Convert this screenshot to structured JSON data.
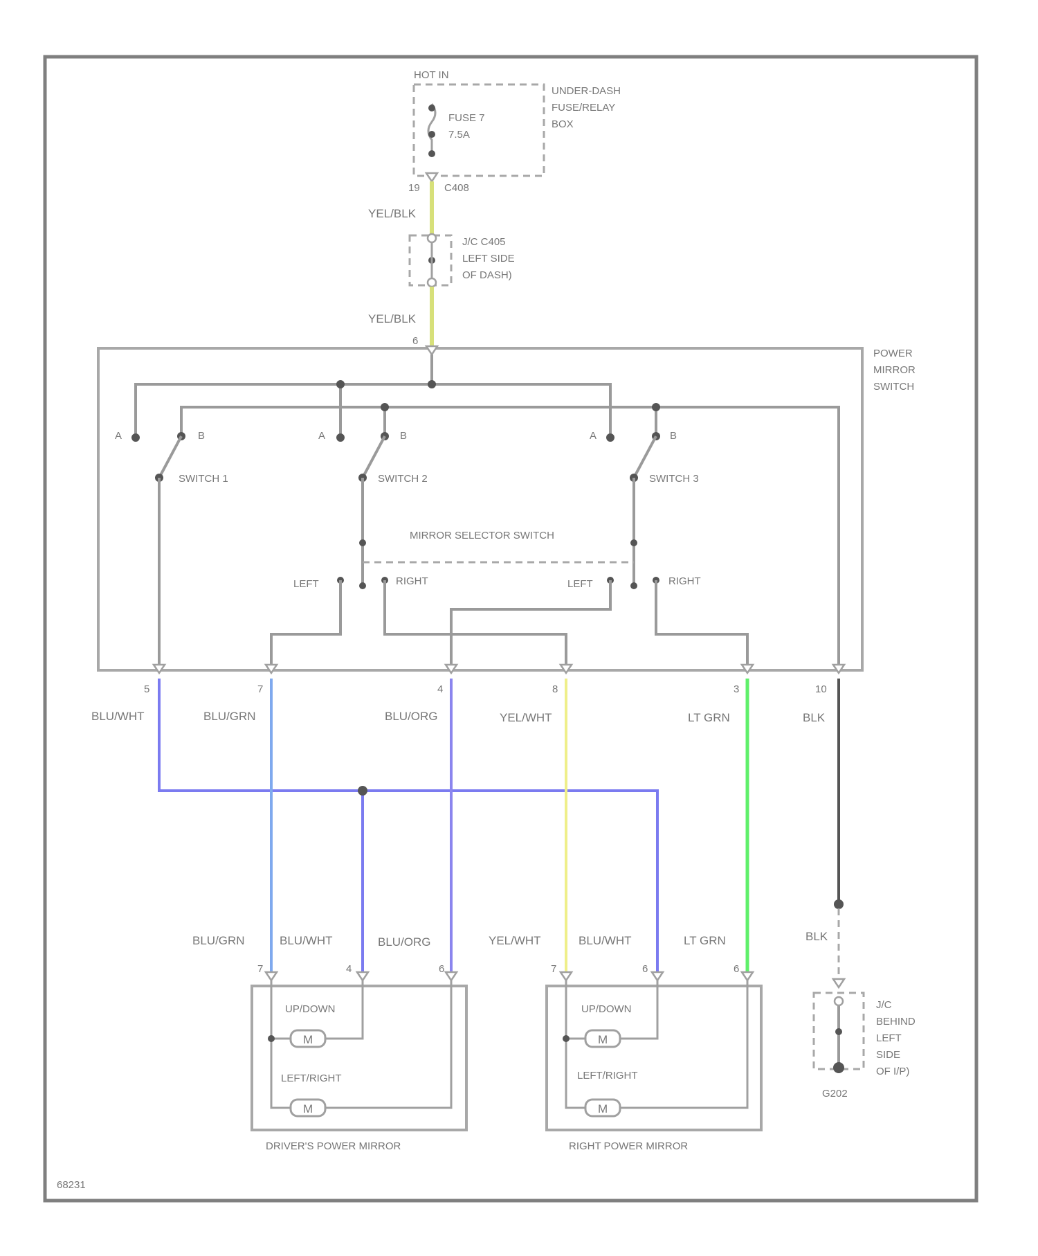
{
  "header": {
    "hot_label": "HOT IN",
    "fuse_box_label": [
      "UNDER-DASH",
      "FUSE/RELAY",
      "BOX"
    ],
    "fuse_label": [
      "FUSE 7",
      "7.5A"
    ]
  },
  "connectors": {
    "c408": {
      "pin": "19",
      "name": "C408"
    },
    "jc_dash": [
      "J/C C405",
      "LEFT SIDE",
      "OF DASH)"
    ],
    "switch_pin": "6"
  },
  "wires": {
    "feed_top": "YEL/BLK",
    "feed_mid": "YEL/BLK",
    "upper": [
      {
        "pin": "5",
        "color_code": "BLU/WHT",
        "stroke": "#7b7bf0"
      },
      {
        "pin": "7",
        "color_code": "BLU/GRN",
        "stroke": "#7fa9ee"
      },
      {
        "pin": "4",
        "color_code": "BLU/ORG",
        "stroke": "#8b85ee"
      },
      {
        "pin": "8",
        "color_code": "YEL/WHT",
        "stroke": "#efef8a"
      },
      {
        "pin": "3",
        "color_code": "LT GRN",
        "stroke": "#5ff06a"
      },
      {
        "pin": "10",
        "color_code": "BLK",
        "stroke": "#555555"
      }
    ],
    "lower": [
      {
        "pin": "7",
        "color_code": "BLU/GRN"
      },
      {
        "pin": "4",
        "color_code": "BLU/WHT"
      },
      {
        "pin": "6",
        "color_code": "BLU/ORG"
      },
      {
        "pin": "7",
        "color_code": "YEL/WHT"
      },
      {
        "pin": "6",
        "color_code": "BLU/WHT"
      },
      {
        "pin": "6",
        "color_code": "LT GRN"
      }
    ],
    "ground_wire": "BLK"
  },
  "power_mirror_switch": {
    "title": [
      "POWER",
      "MIRROR",
      "SWITCH"
    ],
    "switches": [
      {
        "name": "SWITCH 1",
        "a": "A",
        "b": "B"
      },
      {
        "name": "SWITCH 2",
        "a": "A",
        "b": "B"
      },
      {
        "name": "SWITCH 3",
        "a": "A",
        "b": "B"
      }
    ],
    "selector": "MIRROR SELECTOR SWITCH",
    "left": "LEFT",
    "right": "RIGHT"
  },
  "mirrors": {
    "driver": {
      "label": "DRIVER'S POWER MIRROR",
      "updown": "UP/DOWN",
      "leftright": "LEFT/RIGHT",
      "motor": "M"
    },
    "right": {
      "label": "RIGHT POWER MIRROR",
      "updown": "UP/DOWN",
      "leftright": "LEFT/RIGHT",
      "motor": "M"
    }
  },
  "ground": {
    "jc": [
      "J/C",
      "BEHIND",
      "LEFT",
      "SIDE",
      "OF I/P)"
    ],
    "name": "G202"
  },
  "footer": {
    "code": "68231"
  }
}
